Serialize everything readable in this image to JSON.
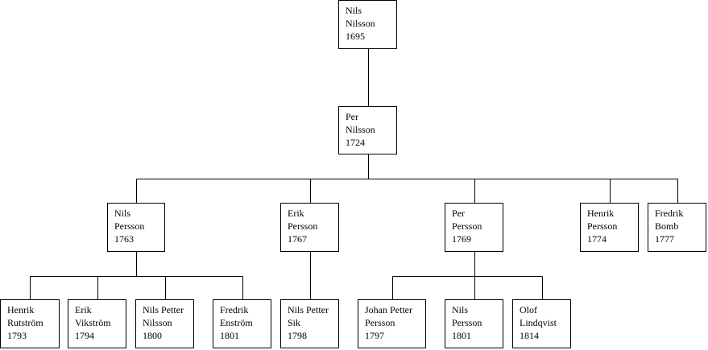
{
  "people": {
    "nils_nilsson": {
      "name_lines": [
        "Nils",
        "Nilsson"
      ],
      "year": "1695"
    },
    "per_nilsson": {
      "name_lines": [
        "Per",
        "Nilsson"
      ],
      "year": "1724"
    },
    "nils_persson_1763": {
      "name_lines": [
        "Nils",
        "Persson"
      ],
      "year": "1763"
    },
    "erik_persson": {
      "name_lines": [
        "Erik",
        "Persson"
      ],
      "year": "1767"
    },
    "per_persson": {
      "name_lines": [
        "Per",
        "Persson"
      ],
      "year": "1769"
    },
    "henrik_persson": {
      "name_lines": [
        "Henrik",
        "Persson"
      ],
      "year": "1774"
    },
    "fredrik_bomb": {
      "name_lines": [
        "Fredrik",
        "Bomb"
      ],
      "year": "1777"
    },
    "henrik_rutstrom": {
      "name_lines": [
        "Henrik",
        "Rutström"
      ],
      "year": "1793"
    },
    "erik_vikstrom": {
      "name_lines": [
        "Erik",
        "Vikström"
      ],
      "year": "1794"
    },
    "nils_petter_nilsson": {
      "name_lines": [
        "Nils Petter",
        "Nilsson"
      ],
      "year": "1800"
    },
    "fredrik_enstrom": {
      "name_lines": [
        "Fredrik",
        "Enström"
      ],
      "year": "1801"
    },
    "nils_petter_sik": {
      "name_lines": [
        "Nils Petter",
        "Sik"
      ],
      "year": "1798"
    },
    "johan_petter_persson": {
      "name_lines": [
        "Johan Petter",
        "Persson"
      ],
      "year": "1797"
    },
    "nils_persson_1801": {
      "name_lines": [
        "Nils",
        "Persson"
      ],
      "year": "1801"
    },
    "olof_lindqvist": {
      "name_lines": [
        "Olof",
        "Lindqvist"
      ],
      "year": "1814"
    }
  },
  "relations": [
    {
      "parent": "nils_nilsson",
      "children": [
        "per_nilsson"
      ]
    },
    {
      "parent": "per_nilsson",
      "children": [
        "nils_persson_1763",
        "erik_persson",
        "per_persson",
        "henrik_persson",
        "fredrik_bomb"
      ]
    },
    {
      "parent": "nils_persson_1763",
      "children": [
        "henrik_rutstrom",
        "erik_vikstrom",
        "nils_petter_nilsson",
        "fredrik_enstrom"
      ]
    },
    {
      "parent": "erik_persson",
      "children": [
        "nils_petter_sik"
      ]
    },
    {
      "parent": "per_persson",
      "children": [
        "johan_petter_persson",
        "nils_persson_1801",
        "olof_lindqvist"
      ]
    }
  ],
  "colors": {
    "line": "#000000",
    "box_border": "#000000",
    "background": "#ffffff",
    "text": "#000000"
  }
}
